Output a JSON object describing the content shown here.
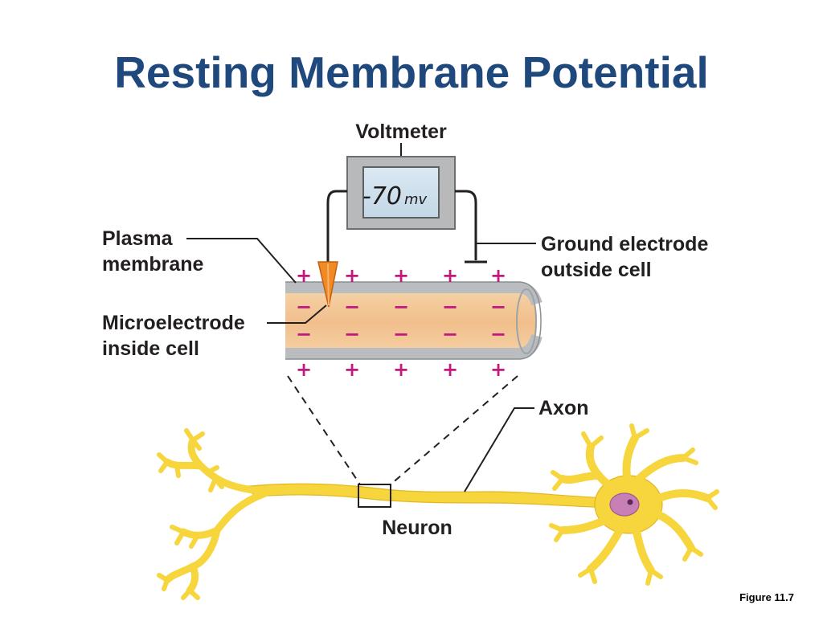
{
  "slide": {
    "title": "Resting Membrane Potential",
    "figure_ref": "Figure 11.7"
  },
  "diagram": {
    "voltmeter_label": "Voltmeter",
    "voltmeter_reading": "-70",
    "voltmeter_unit": "mv",
    "plasma_membrane_label_line1": "Plasma",
    "plasma_membrane_label_line2": "membrane",
    "microelectrode_label_line1": "Microelectrode",
    "microelectrode_label_line2": "inside cell",
    "ground_electrode_label_line1": "Ground electrode",
    "ground_electrode_label_line2": "outside cell",
    "axon_label": "Axon",
    "neuron_label": "Neuron",
    "outside_charge": "+",
    "inside_charge": "−"
  },
  "colors": {
    "title": "#1f497d",
    "charge": "#c2187f",
    "neuron_fill": "#f7d53c",
    "axon_interior": "#f3c89a",
    "membrane": "#c9cdd0",
    "electrode": "#f08a24",
    "nucleus": "#c77fb5"
  }
}
